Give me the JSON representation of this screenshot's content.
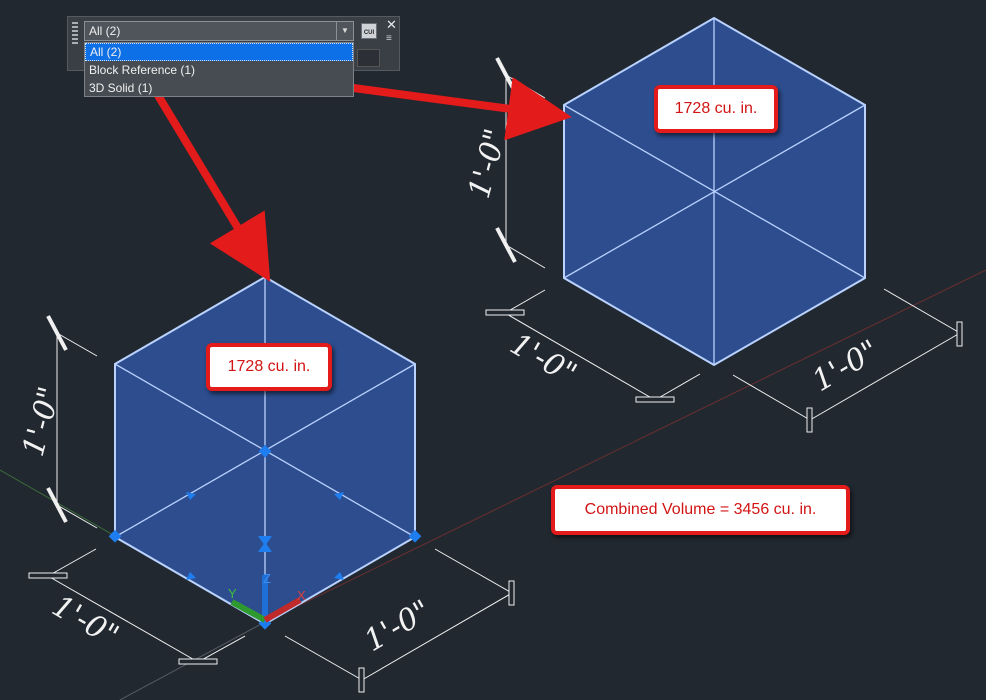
{
  "toolbar": {
    "selected": "All (2)",
    "quick_select_icon": "quick-select-icon",
    "close_icon": "close-icon",
    "menu_icon": "menu-icon"
  },
  "dropdown": {
    "options": [
      {
        "label": "All (2)",
        "selected": true
      },
      {
        "label": "Block Reference (1)",
        "selected": false
      },
      {
        "label": "3D Solid (1)",
        "selected": false
      }
    ]
  },
  "callouts": {
    "top_right_volume": "1728 cu. in.",
    "bottom_left_volume": "1728 cu. in.",
    "combined": "Combined Volume = 3456 cu. in."
  },
  "dimensions": {
    "right_cube_height": "1'-0\"",
    "right_cube_left_width": "1'-0\"",
    "right_cube_right_width": "1'-0\"",
    "left_cube_height": "1'-0\"",
    "left_cube_left_width": "1'-0\"",
    "left_cube_right_width": "1'-0\""
  },
  "ucs": {
    "x": "X",
    "y": "Y",
    "z": "Z"
  },
  "colors": {
    "background": "#212830",
    "cube_fill": "#2e4f94",
    "cube_edge": "#b9d2ff",
    "arrow": "#e31b1b",
    "grip": "#1e7ef0"
  }
}
